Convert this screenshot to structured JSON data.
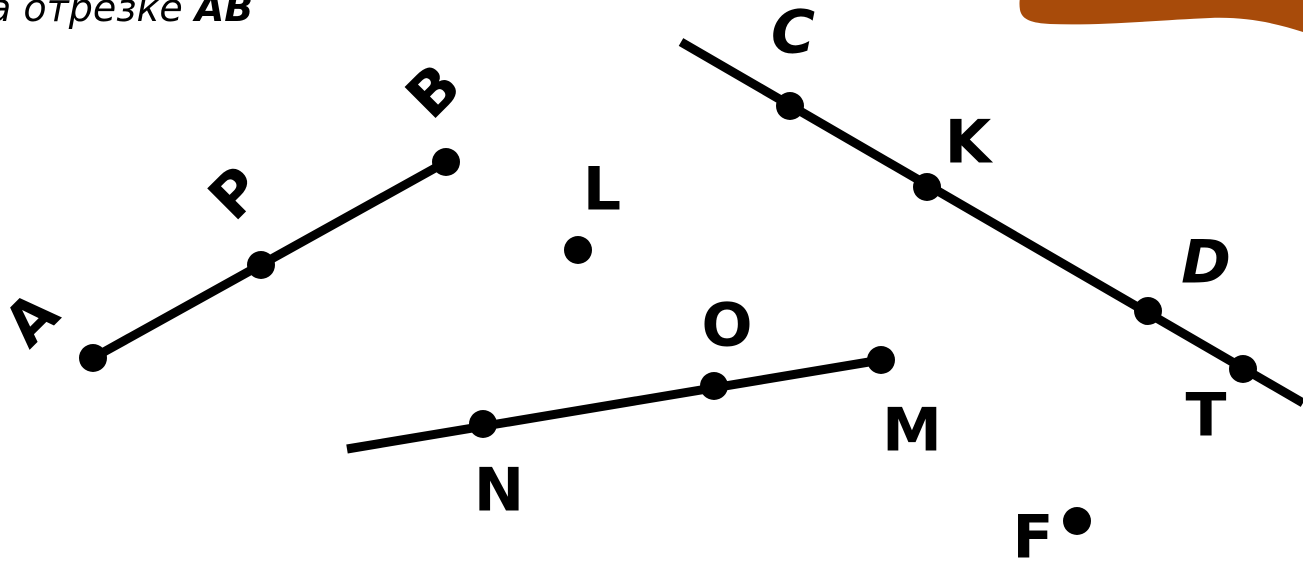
{
  "caption": {
    "text": "а отрезке ",
    "highlight": "AB"
  },
  "colors": {
    "ink": "#000000",
    "banner": "#a84b0a",
    "background": "#ffffff"
  },
  "labels": {
    "A": "A",
    "B": "B",
    "P": "P",
    "L": "L",
    "C": "C",
    "K": "K",
    "D": "D",
    "T": "T",
    "O": "O",
    "M": "M",
    "N": "N",
    "F": "F"
  }
}
